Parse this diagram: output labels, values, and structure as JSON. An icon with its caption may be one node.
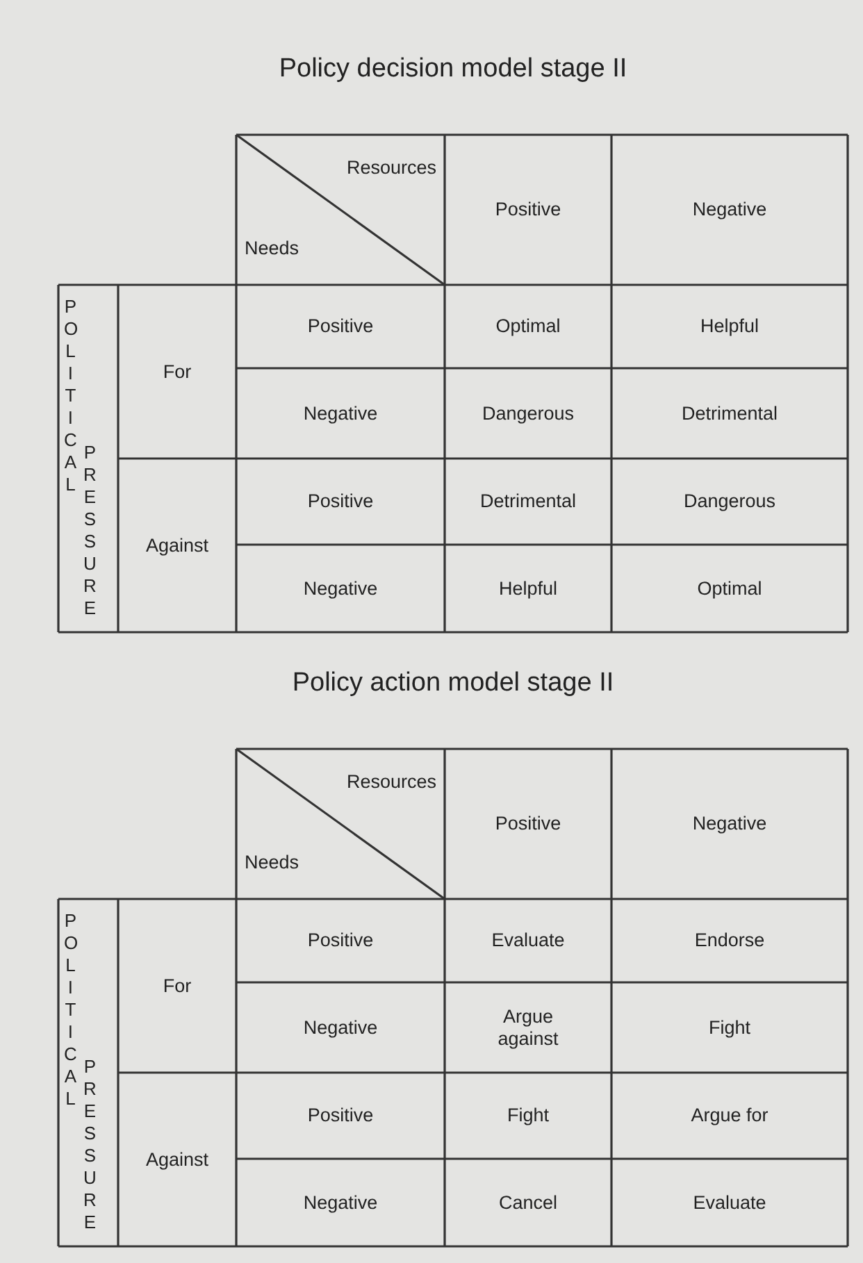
{
  "diagram": {
    "labels": [
      "Policy decision model stage II",
      "Resources",
      "Needs",
      "Positive",
      "Negative",
      "POLITICAL",
      "PRESSURE",
      "For",
      "Against",
      "Positive",
      "Optimal",
      "Helpful",
      "Negative",
      "Dangerous",
      "Detrimental",
      "Positive",
      "Detrimental",
      "Dangerous",
      "Negative",
      "Helpful",
      "Optimal",
      "Policy action model stage II",
      "Resources",
      "Needs",
      "Positive",
      "Negative",
      "POLITICAL",
      "PRESSURE",
      "For",
      "Against",
      "Positive",
      "Evaluate",
      "Endorse",
      "Negative",
      "Argue against",
      "Fight",
      "Positive",
      "Fight",
      "Argue for",
      "Negative",
      "Cancel",
      "Evaluate"
    ]
  }
}
